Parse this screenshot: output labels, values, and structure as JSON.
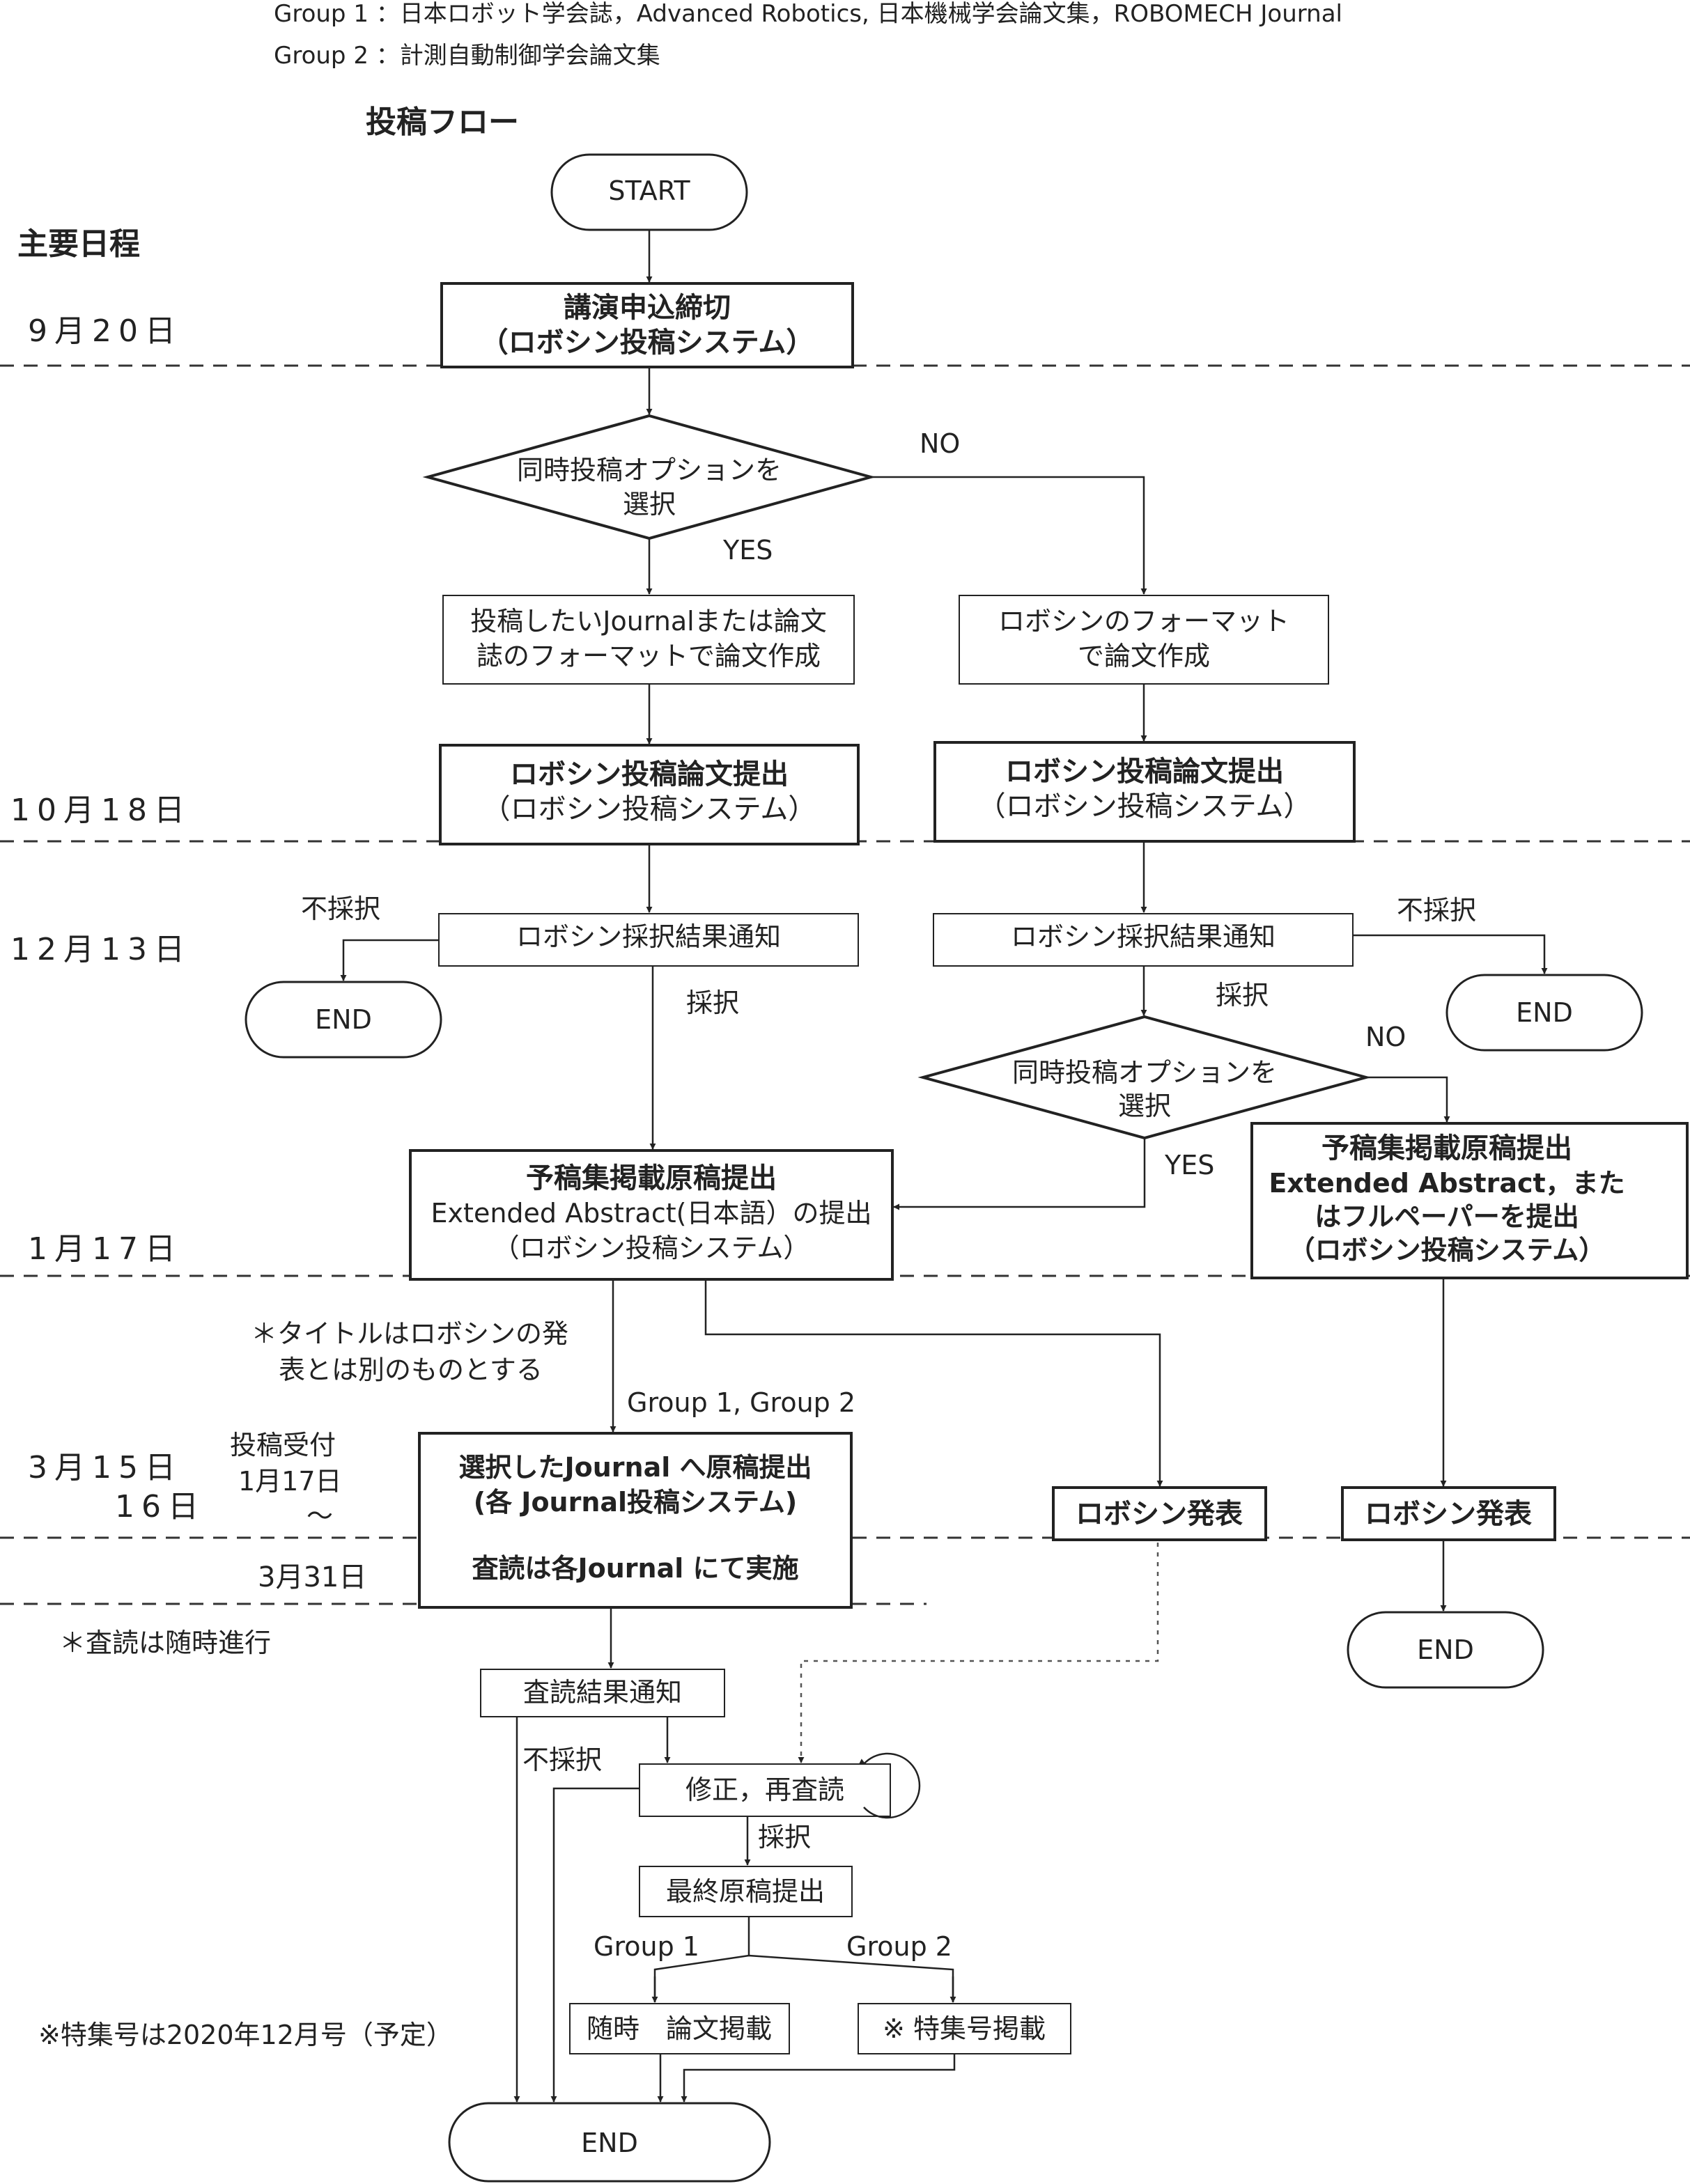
{
  "groups": {
    "group1": "Group 1 ：日本ロボット学会誌，Advanced Robotics, 日本機械学会論文集，ROBOMECH Journal",
    "group2": "Group 2 ：計測自動制御学会論文集"
  },
  "titles": {
    "flow": "投稿フロー",
    "schedule": "主要日程"
  },
  "dates": {
    "d1": "9月20日",
    "d2": "10月18日",
    "d3": "12月13日",
    "d4": "1月17日",
    "d5a": "3月15日",
    "d5b": "16日",
    "d6": "3月31日"
  },
  "nodes": {
    "start": "START",
    "deadline": [
      "講演申込締切",
      "（ロボシン投稿システム）"
    ],
    "option1": [
      "同時投稿オプションを",
      "選択"
    ],
    "journal_format": [
      "投稿したいJournalまたは論文",
      "誌のフォーマットで論文作成"
    ],
    "robosym_format": [
      "ロボシンのフォーマット",
      "で論文作成"
    ],
    "submit_left": [
      "ロボシン投稿論文提出",
      "（ロボシン投稿システム）"
    ],
    "submit_right": [
      "ロボシン投稿論文提出",
      "（ロボシン投稿システム）"
    ],
    "result_left": "ロボシン採択結果通知",
    "result_right": "ロボシン採択結果通知",
    "end1": "END",
    "end2": "END",
    "option2": [
      "同時投稿オプションを",
      "選択"
    ],
    "abstract_left": [
      "予稿集掲載原稿提出",
      "Extended Abstract(日本語）の提出",
      "（ロボシン投稿システム）"
    ],
    "abstract_right": [
      "予稿集掲載原稿提出",
      "Extended Abstract，また",
      "はフルペーパーを提出",
      "（ロボシン投稿システム）"
    ],
    "journal_submit": [
      "選択したJournal へ原稿提出",
      "(各 Journal投稿システム)",
      "査読は各Journal にて実施"
    ],
    "present1": "ロボシン発表",
    "present2": "ロボシン発表",
    "end3": "END",
    "review_result": "査読結果通知",
    "revise": "修正，再査読",
    "final": "最終原稿提出",
    "pub_anytime": "随時　論文掲載",
    "pub_special": "※ 特集号掲載",
    "end_final": "END"
  },
  "labels": {
    "no1": "NO",
    "yes1": "YES",
    "reject_left": "不採択",
    "reject_right": "不採択",
    "accept_left": "採択",
    "accept_right": "採択",
    "no2": "NO",
    "yes2": "YES",
    "groups12": "Group 1, Group 2",
    "reject_review": "不採択",
    "accept_review": "採択",
    "group1": "Group 1",
    "group2": "Group 2"
  },
  "notes": {
    "title_note": [
      "＊タイトルはロボシンの発",
      "表とは別のものとする"
    ],
    "accept_period": [
      "投稿受付",
      "1月17日",
      "～"
    ],
    "review_note": "＊査読は随時進行",
    "special_issue": "※特集号は2020年12月号（予定）"
  }
}
